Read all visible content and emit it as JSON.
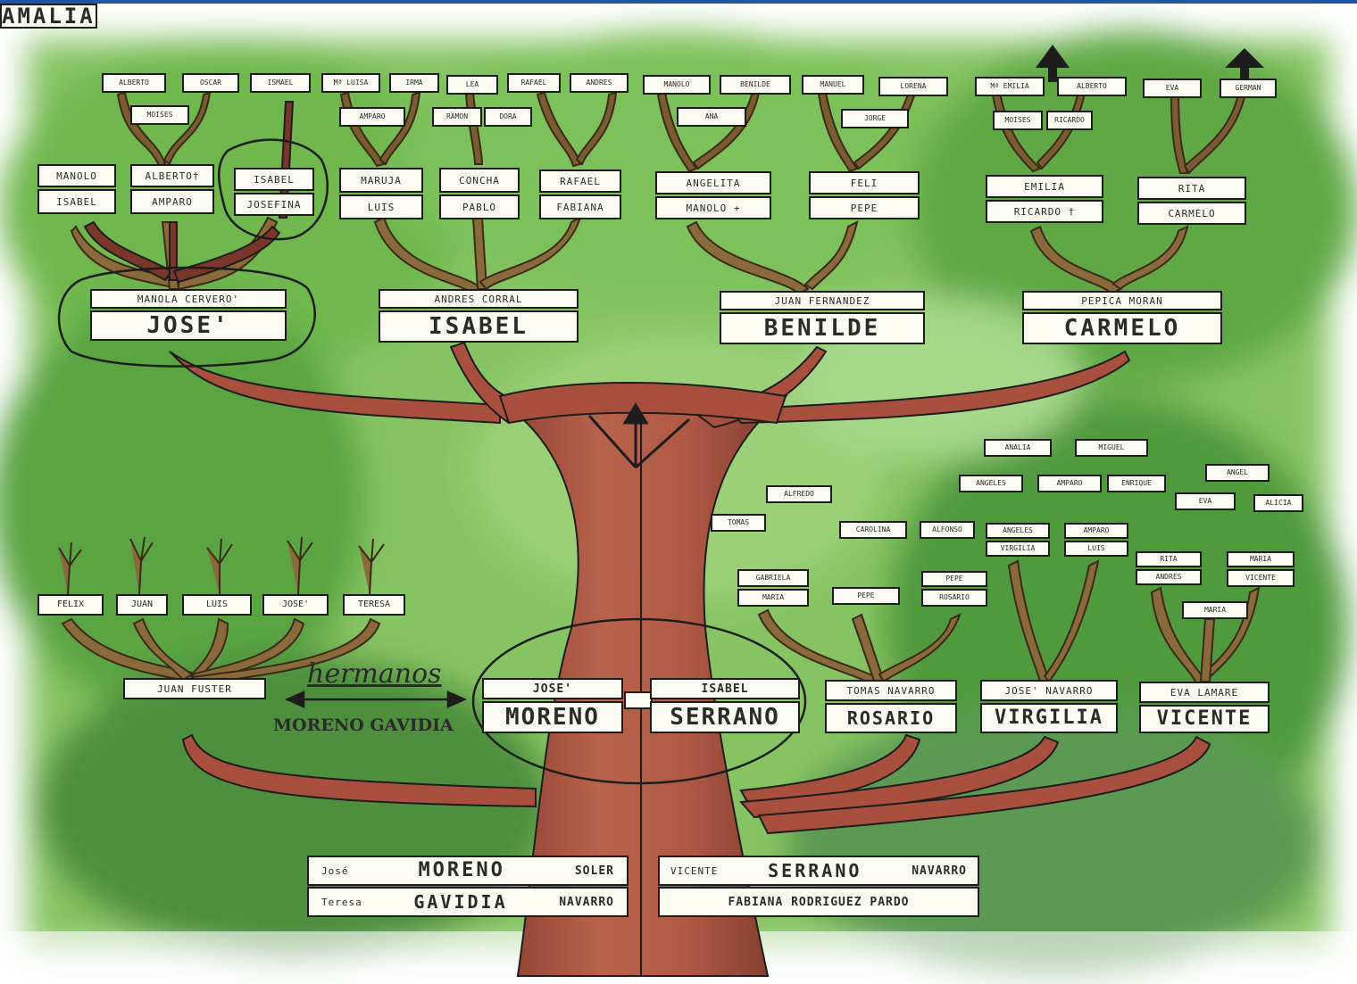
{
  "colors": {
    "leaf_light": "#9bd078",
    "leaf_mid": "#6fb84e",
    "leaf_dark": "#3f8a34",
    "trunk": "#b05a46",
    "trunk_dark": "#7a3628",
    "branch_small": "#8a6a3a",
    "ink": "#1d1d1d",
    "label_bg": "#fbfbf2"
  },
  "roots": {
    "moreno": {
      "line1_first": "José",
      "line1_last": "MORENO",
      "line1_tail": "SOLER",
      "line2_first": "Teresa",
      "line2_last": "GAVIDIA",
      "line2_tail": "NAVARRO"
    },
    "serrano": {
      "line1_first": "VICENTE",
      "line1_last": "SERRANO",
      "line1_tail": "NAVARRO",
      "line2": "FABIANA RODRIGUEZ PARDO"
    }
  },
  "couple": {
    "husband_first": "JOSE'",
    "husband_last": "MORENO",
    "wife_first": "ISABEL",
    "wife_last": "SERRANO"
  },
  "siblings_note": {
    "word": "hermanos",
    "surnames": "MORENO GAVIDIA"
  },
  "upper_children": [
    {
      "spouse": "MANOLA CERVERO'",
      "name": "JOSE'"
    },
    {
      "spouse": "ANDRES CORRAL",
      "name": "ISABEL"
    },
    {
      "spouse": "JUAN FERNANDEZ",
      "name": "BENILDE"
    },
    {
      "spouse": "PEPICA MORAN",
      "name": "CARMELO"
    }
  ],
  "grandchildren_upper": [
    {
      "top": "MANOLO",
      "bottom": "ISABEL"
    },
    {
      "top": "ALBERTO†",
      "bottom": "AMPARO"
    },
    {
      "top": "ISABEL",
      "bottom": "JOSEFINA"
    },
    {
      "top": "MARUJA",
      "bottom": "LUIS"
    },
    {
      "top": "CONCHA",
      "bottom": "PABLO"
    },
    {
      "top": "RAFAEL",
      "bottom": "FABIANA"
    },
    {
      "top": "ANGELITA",
      "bottom": "MANOLO +"
    },
    {
      "top": "FELI",
      "bottom": "PEPE"
    },
    {
      "top": "EMILIA",
      "bottom": "RICARDO †"
    },
    {
      "top": "RITA",
      "bottom": "CARMELO"
    }
  ],
  "great_grandchildren_upper": [
    "ALBERTO",
    "OSCAR",
    "ISMAEL",
    "Mª LUISA",
    "IRMA",
    "LEA",
    "RAFAEL",
    "ANDRES",
    "MANOLO",
    "BENILDE",
    "MANUEL",
    "LORENA",
    "Mª EMILIA",
    "ALBERTO",
    "EVA",
    "GERMAN"
  ],
  "g3_upper": [
    "MOISES",
    "AMPARO",
    "RAMON",
    "DORA",
    "ANA",
    "JORGE",
    "MOISES",
    "RICARDO"
  ],
  "uncles_lower": [
    {
      "spouse": "JUAN FUSTER",
      "name": "AMALIA"
    },
    {
      "spouse": "TOMAS NAVARRO",
      "name": "ROSARIO"
    },
    {
      "spouse": "JOSE' NAVARRO",
      "name": "VIRGILIA"
    },
    {
      "spouse": "EVA LAMARE",
      "name": "VICENTE"
    }
  ],
  "amalia_children": [
    "FELIX",
    "JUAN",
    "LUIS",
    "JOSE'",
    "TERESA"
  ],
  "rosario_children": [
    "PEPE",
    "CAROLINA",
    "ALFONSO",
    "ALFREDO",
    "GABRIELA",
    "TOMAS",
    "PEPE",
    "ROSARIO",
    "MARIA"
  ],
  "virgilia_children": [
    "ANGELES",
    "VIRGILIA",
    "AMPARO",
    "LUIS",
    "ANGELES",
    "AMPARO",
    "ENRIQUE",
    "ANALIA",
    "MIGUEL"
  ],
  "vicente_children": [
    "RITA",
    "ANDRES",
    "MARIA",
    "VICENTE",
    "MARIA",
    "EVA",
    "ALICIA",
    "ANGEL"
  ]
}
